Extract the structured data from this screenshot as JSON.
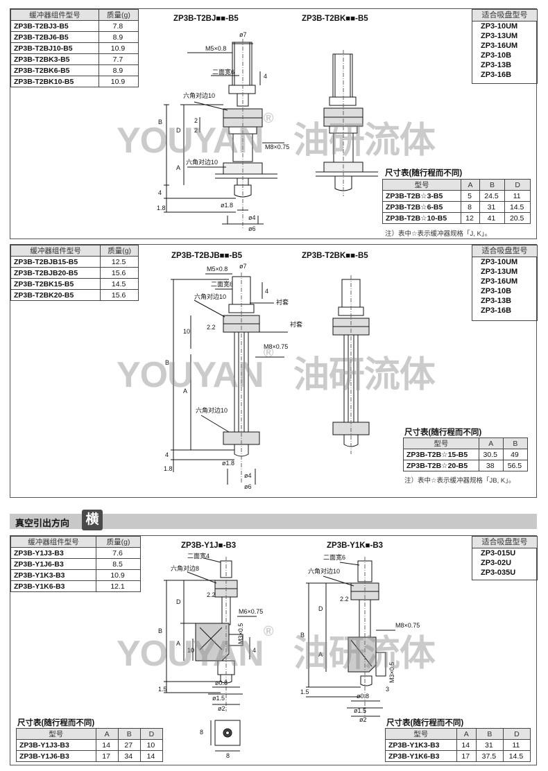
{
  "panel1": {
    "mass_table": {
      "headers": [
        "缓冲器组件型号",
        "质量(g)"
      ],
      "rows": [
        [
          "ZP3B-T2BJ3-B5",
          "7.8"
        ],
        [
          "ZP3B-T2BJ6-B5",
          "8.9"
        ],
        [
          "ZP3B-T2BJ10-B5",
          "10.9"
        ],
        [
          "ZP3B-T2BK3-B5",
          "7.7"
        ],
        [
          "ZP3B-T2BK6-B5",
          "8.9"
        ],
        [
          "ZP3B-T2BK10-B5",
          "10.9"
        ]
      ]
    },
    "title_j": "ZP3B-T2BJ■■-B5",
    "title_k": "ZP3B-T2BK■■-B5",
    "pad": {
      "header": "适合吸盘型号",
      "items": [
        "ZP3-10UM",
        "ZP3-13UM",
        "ZP3-16UM",
        "ZP3-10B",
        "ZP3-13B",
        "ZP3-16B"
      ]
    },
    "labels": {
      "m5": "M5×0.8",
      "phi7": "ø7",
      "flat6": "二面宽6",
      "hex10a": "六角对边10",
      "hex10b": "六角对边10",
      "m8": "M8×0.75",
      "phi18": "ø1.8",
      "phi4": "ø4",
      "phi6": "ø6",
      "B": "B",
      "D": "D",
      "A": "A",
      "n2a": "2",
      "n2b": "2",
      "n4a": "4",
      "n4b": "4",
      "n18": "1.8"
    },
    "dim_caption": "尺寸表(随行程而不同)",
    "dim_table": {
      "headers": [
        "型号",
        "A",
        "B",
        "D"
      ],
      "rows": [
        [
          "ZP3B-T2B☆3-B5",
          "5",
          "24.5",
          "11"
        ],
        [
          "ZP3B-T2B☆6-B5",
          "8",
          "31",
          "14.5"
        ],
        [
          "ZP3B-T2B☆10-B5",
          "12",
          "41",
          "20.5"
        ]
      ]
    },
    "note": "注）表中☆表示缓冲器规格「J, K」。"
  },
  "panel2": {
    "mass_table": {
      "headers": [
        "缓冲器组件型号",
        "质量(g)"
      ],
      "rows": [
        [
          "ZP3B-T2BJB15-B5",
          "12.5"
        ],
        [
          "ZP3B-T2BJB20-B5",
          "15.6"
        ],
        [
          "ZP3B-T2BK15-B5",
          "14.5"
        ],
        [
          "ZP3B-T2BK20-B5",
          "15.6"
        ]
      ]
    },
    "title_j": "ZP3B-T2BJB■■-B5",
    "title_k": "ZP3B-T2BK■■-B5",
    "pad": {
      "header": "适合吸盘型号",
      "items": [
        "ZP3-10UM",
        "ZP3-13UM",
        "ZP3-16UM",
        "ZP3-10B",
        "ZP3-13B",
        "ZP3-16B"
      ]
    },
    "labels": {
      "m5": "M5×0.8",
      "phi7": "ø7",
      "flat6": "二面宽6",
      "hex10a": "六角对边10",
      "hex10b": "六角对边10",
      "m8": "M8×0.75",
      "bush1": "衬套",
      "bush2": "衬套",
      "phi18": "ø1.8",
      "phi4": "ø4",
      "phi6": "ø6",
      "B": "B",
      "A": "A",
      "n10": "10",
      "n22": "2.2",
      "n4a": "4",
      "n4b": "4",
      "n18": "1.8"
    },
    "dim_caption": "尺寸表(随行程而不同)",
    "dim_table": {
      "headers": [
        "型号",
        "A",
        "B"
      ],
      "rows": [
        [
          "ZP3B-T2B☆15-B5",
          "30.5",
          "49"
        ],
        [
          "ZP3B-T2B☆20-B5",
          "38",
          "56.5"
        ]
      ]
    },
    "note": "注）表中☆表示缓冲器规格「JB, K」。"
  },
  "section": {
    "title": "真空引出方向",
    "badge": "横"
  },
  "panel3": {
    "mass_table": {
      "headers": [
        "缓冲器组件型号",
        "质量(g)"
      ],
      "rows": [
        [
          "ZP3B-Y1J3-B3",
          "7.6"
        ],
        [
          "ZP3B-Y1J6-B3",
          "8.5"
        ],
        [
          "ZP3B-Y1K3-B3",
          "10.9"
        ],
        [
          "ZP3B-Y1K6-B3",
          "12.1"
        ]
      ]
    },
    "title_j": "ZP3B-Y1J■-B3",
    "title_k": "ZP3B-Y1K■-B3",
    "pad": {
      "header": "适合吸盘型号",
      "items": [
        "ZP3-015U",
        "ZP3-02U",
        "ZP3-035U"
      ]
    },
    "labels": {
      "flat4": "二面宽4",
      "hex8": "六角对边8",
      "m6": "M6×0.75",
      "m3": "M3×0.5",
      "phi08": "ø0.8",
      "phi15": "ø1.5",
      "phi2": "ø2",
      "B": "B",
      "D": "D",
      "A": "A",
      "n10": "10",
      "n15": "1.5",
      "n4": "4",
      "n22": "2.2",
      "n8a": "8",
      "n8b": "8",
      "flat6": "二面宽6",
      "hex10": "六角对边10",
      "m8": "M8×0.75",
      "m3b": "M3×0.5",
      "phi08b": "ø0.8",
      "phi15b": "ø1.5",
      "phi2b": "ø2",
      "Bk": "B",
      "Dk": "D",
      "Ak": "A",
      "n3": "3",
      "n15b": "1.5",
      "n22b": "2.2"
    },
    "dim_caption_left": "尺寸表(随行程而不同)",
    "dim_table_left": {
      "headers": [
        "型号",
        "A",
        "B",
        "D"
      ],
      "rows": [
        [
          "ZP3B-Y1J3-B3",
          "14",
          "27",
          "10"
        ],
        [
          "ZP3B-Y1J6-B3",
          "17",
          "34",
          "14"
        ]
      ]
    },
    "dim_caption_right": "尺寸表(随行程而不同)",
    "dim_table_right": {
      "headers": [
        "型号",
        "A",
        "B",
        "D"
      ],
      "rows": [
        [
          "ZP3B-Y1K3-B3",
          "14",
          "31",
          "11"
        ],
        [
          "ZP3B-Y1K6-B3",
          "17",
          "37.5",
          "14.5"
        ]
      ]
    }
  },
  "watermark": {
    "brand": "YOUYAN",
    "reg": "®",
    "cn": "油研流体"
  }
}
